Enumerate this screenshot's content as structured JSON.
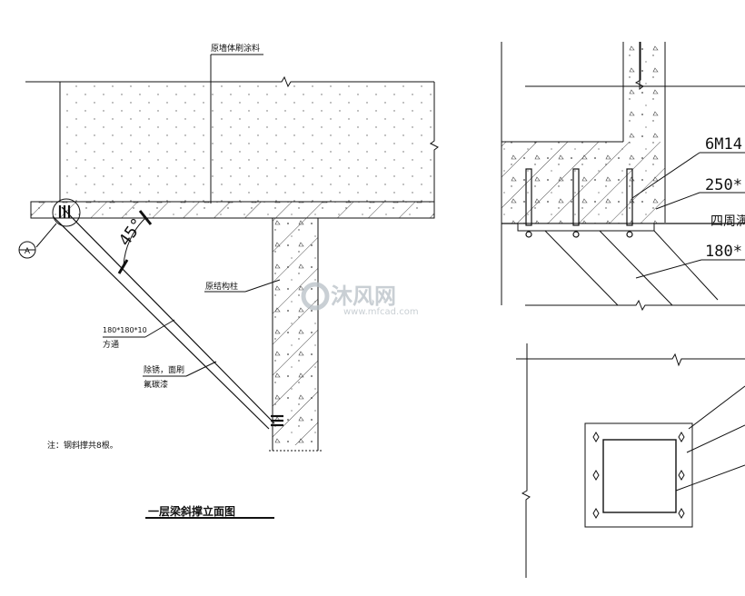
{
  "labels": {
    "wall_coating": "原墙体刷涂料",
    "structural_column": "原结构柱",
    "angle": "45°",
    "section_mark": "A",
    "member_size": "180*180*10",
    "member_type": "方通",
    "paint_note_1": "除锈，面刷",
    "paint_note_2": "氟碳漆",
    "general_note": "注：钢斜撑共8根。",
    "drawing_title": "一层梁斜撑立面图",
    "bolt_spec": "6M14",
    "plate_spec": "250*",
    "weld_note": "四周满",
    "tube_spec": "180*"
  },
  "watermark": {
    "brand": "沐风网",
    "url": "www.mfcad.com",
    "color": "#b8c0c6"
  },
  "colors": {
    "line": "#111111",
    "hatch_dot": "#555555"
  }
}
